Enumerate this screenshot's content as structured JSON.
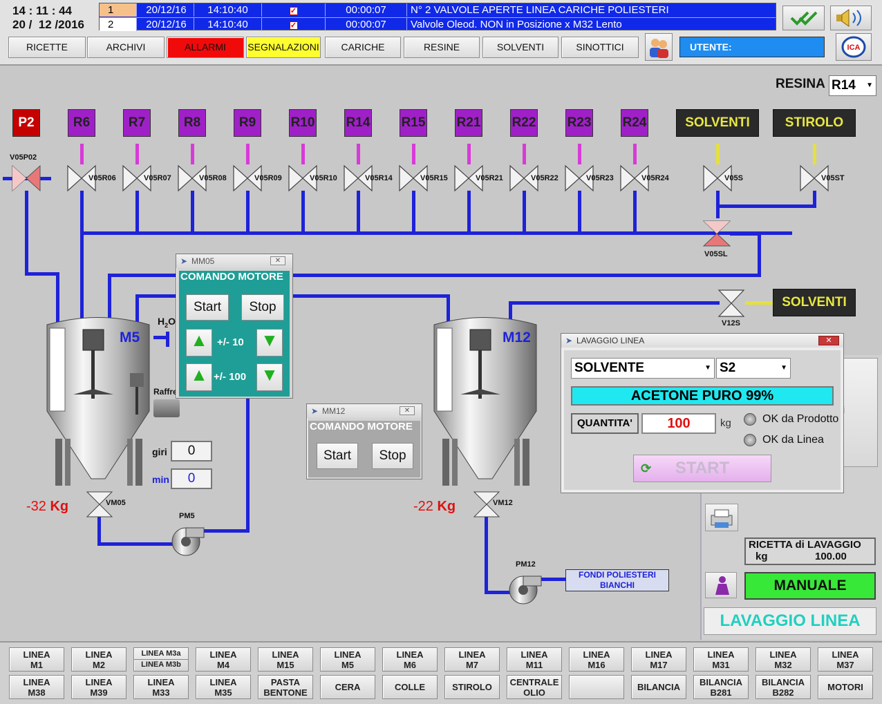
{
  "clock": {
    "time": "14 : 11 : 44",
    "date": "20 /  12 /2016"
  },
  "alarms": [
    {
      "n": "1",
      "date": "20/12/16",
      "time": "14:10:40",
      "check": "✓",
      "dur": "00:00:07",
      "msg": "N° 2 VALVOLE APERTE LINEA CARICHE POLIESTERI"
    },
    {
      "n": "2",
      "date": "20/12/16",
      "time": "14:10:40",
      "check": "✓",
      "dur": "00:00:07",
      "msg": "Valvole Oleod. NON in Posizione x M32 Lento"
    }
  ],
  "nav": [
    "RICETTE",
    "ARCHIVI",
    "ALLARMI",
    "SEGNALAZIONI",
    "CARICHE",
    "RESINE",
    "SOLVENTI",
    "SINOTTICI"
  ],
  "utente": "UTENTE:",
  "ica": "ICA",
  "resina": {
    "label": "RESINA",
    "value": "R14"
  },
  "tanks": [
    "P2",
    "R6",
    "R7",
    "R8",
    "R9",
    "R10",
    "R14",
    "R15",
    "R21",
    "R22",
    "R23",
    "R24"
  ],
  "solventi": "SOLVENTI",
  "stirolo": "STIROLO",
  "valves": [
    "V05P02",
    "V05R06",
    "V05R07",
    "V05R08",
    "V05R09",
    "V05R10",
    "V05R14",
    "V05R15",
    "V05R21",
    "V05R22",
    "V05R23",
    "V05R24",
    "V05S",
    "V05ST"
  ],
  "v05sl": "V05SL",
  "v12s": "V12S",
  "solventi2": "SOLVENTI",
  "m5": {
    "name": "M5",
    "kg": "-32",
    "kgunit": "Kg",
    "valve": "VM05",
    "pump": "PM5",
    "giri_label": "giri",
    "giri": "0",
    "min_label": "min",
    "min": "0",
    "h2o": "H",
    "h2o_sub": "2",
    "h2o_o": "O",
    "raffr": "Raffre"
  },
  "m12": {
    "name": "M12",
    "kg": "-22",
    "kgunit": "Kg",
    "valve": "VM12",
    "pump": "PM12"
  },
  "fondi": {
    "l1": "FONDI POLIESTERI",
    "l2": "BIANCHI"
  },
  "mm05": {
    "title": "MM05",
    "header": "COMANDO MOTORE",
    "start": "Start",
    "stop": "Stop",
    "step1": "+/- 10",
    "step2": "+/- 100"
  },
  "mm12": {
    "title": "MM12",
    "header": "COMANDO MOTORE",
    "start": "Start",
    "stop": "Stop"
  },
  "lav": {
    "title": "LAVAGGIO LINEA",
    "solvente": "SOLVENTE",
    "s2": "S2",
    "product": "ACETONE PURO 99%",
    "quantita_label": "QUANTITA'",
    "quantita": "100",
    "kg": "kg",
    "ok_prod": "OK da Prodotto",
    "ok_linea": "OK da Linea",
    "start": "START"
  },
  "ricetta": {
    "l1": "RICETTA di LAVAGGIO",
    "kg": "kg",
    "val": "100.00"
  },
  "manuale": "MANUALE",
  "lavaggio_linea": "LAVAGGIO LINEA",
  "partial": "i",
  "bottom_row1": [
    [
      "LINEA",
      "M1"
    ],
    [
      "LINEA",
      "M2"
    ],
    [
      "LINEA M3a",
      "LINEA M3b"
    ],
    [
      "LINEA",
      "M4"
    ],
    [
      "LINEA",
      "M15"
    ],
    [
      "LINEA",
      "M5"
    ],
    [
      "LINEA",
      "M6"
    ],
    [
      "LINEA",
      "M7"
    ],
    [
      "LINEA",
      "M11"
    ],
    [
      "LINEA",
      "M16"
    ],
    [
      "LINEA",
      "M17"
    ],
    [
      "LINEA",
      "M31"
    ],
    [
      "LINEA",
      "M32"
    ],
    [
      "LINEA",
      "M37"
    ]
  ],
  "bottom_row2": [
    [
      "LINEA",
      "M38"
    ],
    [
      "LINEA",
      "M39"
    ],
    [
      "LINEA",
      "M33"
    ],
    [
      "LINEA",
      "M35"
    ],
    [
      "PASTA",
      "BENTONE"
    ],
    [
      "CERA",
      ""
    ],
    [
      "COLLE",
      ""
    ],
    [
      "STIROLO",
      ""
    ],
    [
      "CENTRALE",
      "OLIO"
    ],
    [
      "",
      ""
    ],
    [
      "BILANCIA",
      ""
    ],
    [
      "BILANCIA",
      "B281"
    ],
    [
      "BILANCIA",
      "B282"
    ],
    [
      "MOTORI",
      ""
    ]
  ]
}
